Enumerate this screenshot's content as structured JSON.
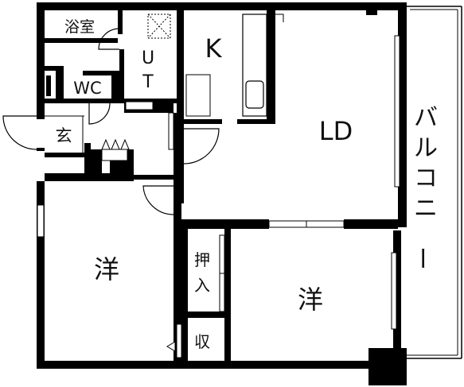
{
  "rooms": {
    "bath": "浴室",
    "utility": "UT",
    "utility_u": "U",
    "utility_t": "T",
    "kitchen": "K",
    "toilet": "WC",
    "entrance": "玄",
    "living_dining": "LD",
    "balcony": "バルコニー",
    "western_left": "洋",
    "western_right": "洋",
    "closet": "押入",
    "closet_top": "押",
    "closet_bottom": "入",
    "storage": "収"
  },
  "colors": {
    "wall": "#000000",
    "background": "#ffffff"
  }
}
